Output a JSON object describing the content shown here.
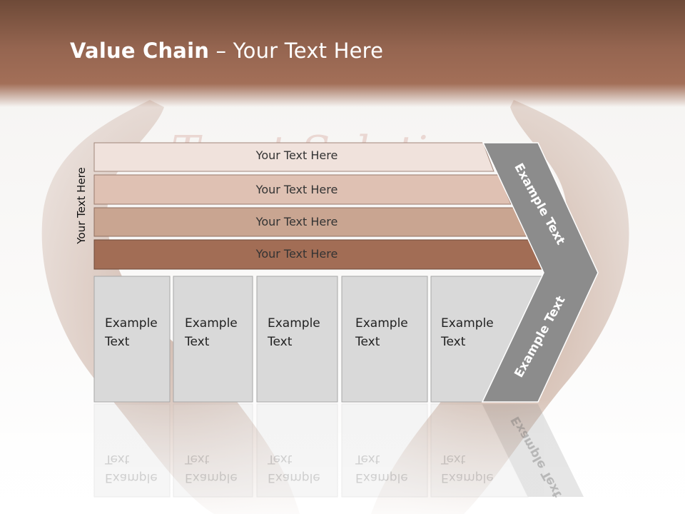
{
  "title": {
    "strong": "Value Chain",
    "rest": " – Your Text Here"
  },
  "side_label": "Your Text Here",
  "bars": [
    "Your Text Here",
    "Your Text Here",
    "Your Text Here",
    "Your Text Here"
  ],
  "columns": [
    {
      "line1": "Example",
      "line2": "Text"
    },
    {
      "line1": "Example",
      "line2": "Text"
    },
    {
      "line1": "Example",
      "line2": "Text"
    },
    {
      "line1": "Example",
      "line2": "Text"
    },
    {
      "line1": "Example",
      "line2": "Text"
    }
  ],
  "chevron": {
    "upper_label": "Example Text",
    "lower_label": "Example Text"
  },
  "watermark": "Trust Solution",
  "colors": {
    "header": "#9b6a54",
    "bar1": "#f0e2dc",
    "bar2": "#dfc1b3",
    "bar3": "#c9a591",
    "bar4": "#a26d55",
    "column": "#d9d9d9",
    "chevron": "#8c8c8c"
  }
}
